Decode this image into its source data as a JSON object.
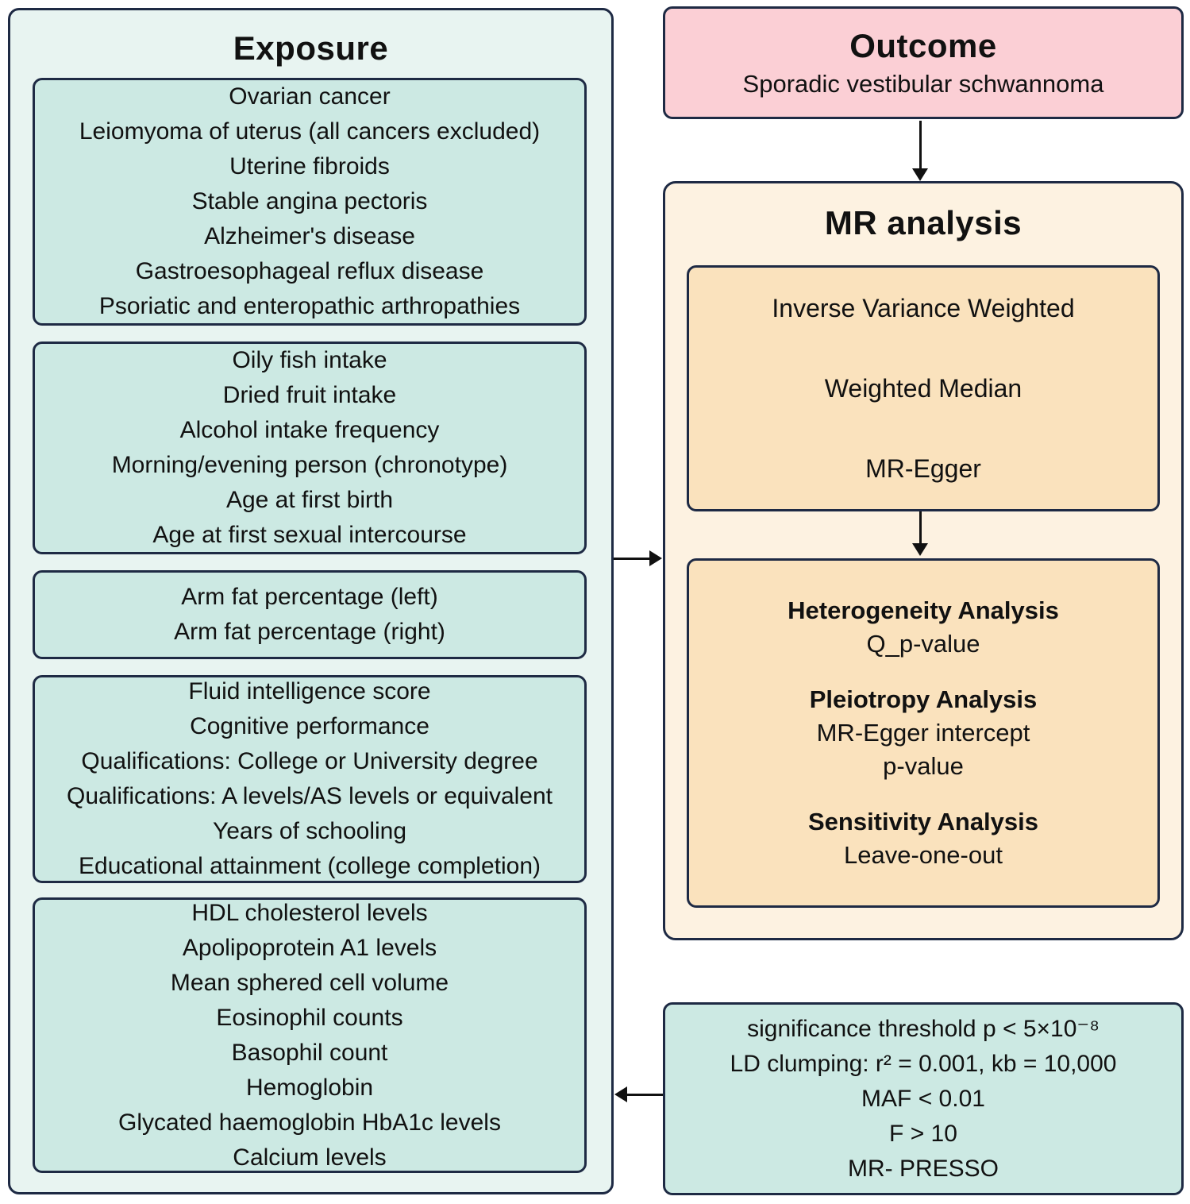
{
  "exposure": {
    "title": "Exposure",
    "groups": [
      {
        "items": [
          "Ovarian cancer",
          "Leiomyoma of uterus (all cancers excluded)",
          "Uterine fibroids",
          "Stable angina pectoris",
          "Alzheimer's disease",
          "Gastroesophageal reflux disease",
          "Psoriatic and enteropathic arthropathies"
        ]
      },
      {
        "items": [
          "Oily fish intake",
          "Dried fruit intake",
          "Alcohol intake frequency",
          "Morning/evening person (chronotype)",
          "Age at first birth",
          "Age at first sexual intercourse"
        ]
      },
      {
        "items": [
          "Arm fat percentage (left)",
          "Arm fat percentage (right)"
        ]
      },
      {
        "items": [
          "Fluid intelligence score",
          "Cognitive performance",
          "Qualifications: College or University degree",
          "Qualifications: A levels/AS levels or equivalent",
          "Years of schooling",
          "Educational attainment (college completion)"
        ]
      },
      {
        "items": [
          "HDL cholesterol levels",
          "Apolipoprotein A1 levels",
          "Mean sphered cell volume",
          "Eosinophil counts",
          "Basophil count",
          "Hemoglobin",
          "Glycated haemoglobin HbA1c levels",
          "Calcium levels"
        ]
      }
    ]
  },
  "outcome": {
    "title": "Outcome",
    "subtitle": "Sporadic vestibular schwannoma"
  },
  "mr": {
    "title": "MR analysis",
    "methods": [
      "Inverse Variance Weighted",
      "Weighted Median",
      "MR-Egger"
    ],
    "analyses": [
      {
        "heading": "Heterogeneity Analysis",
        "lines": [
          "Q_p-value"
        ]
      },
      {
        "heading": "Pleiotropy Analysis",
        "lines": [
          "MR-Egger intercept",
          "p-value"
        ]
      },
      {
        "heading": "Sensitivity Analysis",
        "lines": [
          "Leave-one-out"
        ]
      }
    ]
  },
  "filters": {
    "lines": [
      "significance threshold p < 5×10⁻⁸",
      "LD clumping: r² = 0.001, kb = 10,000",
      "MAF < 0.01",
      "F > 10",
      "MR- PRESSO"
    ]
  },
  "colors": {
    "border": "#1e2a44",
    "exposure_bg": "#e8f4f1",
    "teal_box": "#cce9e3",
    "outcome_bg": "#fbcfd5",
    "mr_bg": "#fdf2e1",
    "mr_inner": "#fae2bd"
  }
}
